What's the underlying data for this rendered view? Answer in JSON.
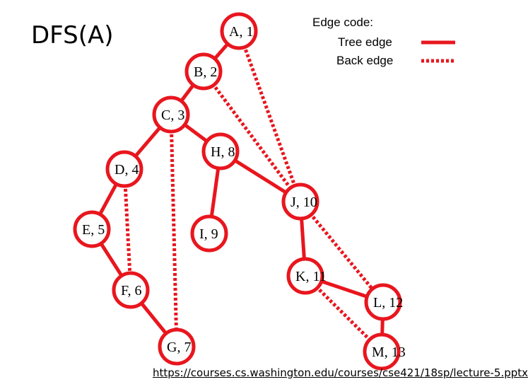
{
  "slide": {
    "title": "DFS(A)",
    "source_link": "https://courses.cs.washington.edu/courses/cse421/18sp/lecture-5.pptx"
  },
  "legend": {
    "title": "Edge code:",
    "tree_label": "Tree edge",
    "back_label": "Back edge",
    "color": "#e8161e"
  },
  "graph": {
    "node_color": "#e8161e",
    "nodes": [
      {
        "id": "A",
        "label": "A, 1"
      },
      {
        "id": "B",
        "label": "B, 2"
      },
      {
        "id": "C",
        "label": "C, 3"
      },
      {
        "id": "D",
        "label": "D, 4"
      },
      {
        "id": "E",
        "label": "E, 5"
      },
      {
        "id": "F",
        "label": "F, 6"
      },
      {
        "id": "G",
        "label": "G, 7"
      },
      {
        "id": "H",
        "label": "H, 8"
      },
      {
        "id": "I",
        "label": "I, 9"
      },
      {
        "id": "J",
        "label": "J, 10"
      },
      {
        "id": "K",
        "label": "K, 11"
      },
      {
        "id": "L",
        "label": "L, 12"
      },
      {
        "id": "M",
        "label": "M, 13"
      }
    ],
    "tree_edges": [
      [
        "A",
        "B"
      ],
      [
        "B",
        "C"
      ],
      [
        "C",
        "D"
      ],
      [
        "D",
        "E"
      ],
      [
        "E",
        "F"
      ],
      [
        "F",
        "G"
      ],
      [
        "C",
        "H"
      ],
      [
        "H",
        "I"
      ],
      [
        "H",
        "J"
      ],
      [
        "J",
        "K"
      ],
      [
        "K",
        "L"
      ],
      [
        "L",
        "M"
      ]
    ],
    "back_edges": [
      [
        "A",
        "J"
      ],
      [
        "B",
        "J"
      ],
      [
        "D",
        "F"
      ],
      [
        "C",
        "G"
      ],
      [
        "J",
        "L"
      ],
      [
        "K",
        "M"
      ]
    ]
  }
}
